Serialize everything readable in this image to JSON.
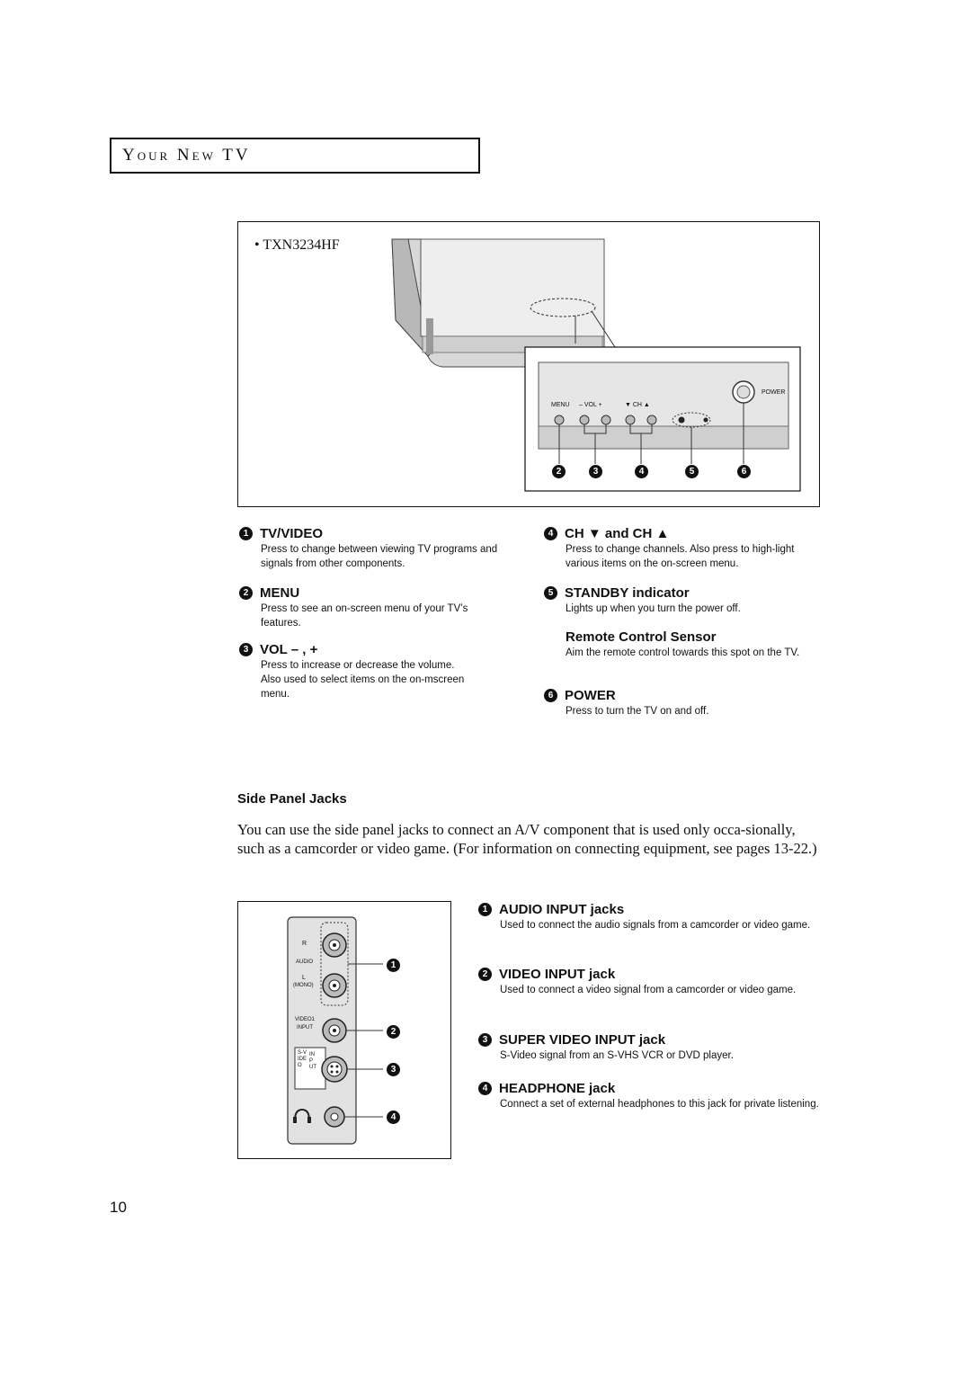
{
  "section": {
    "title": "Your New TV"
  },
  "figure": {
    "model": "• TXN3234HF",
    "panel_labels": {
      "menu": "MENU",
      "vol": "– VOL +",
      "ch": "▼ CH ▲",
      "power": "POWER"
    },
    "callouts": [
      "2",
      "3",
      "4",
      "5",
      "6"
    ]
  },
  "controls_left": [
    {
      "num": "1",
      "title": "TV/VIDEO",
      "desc": "Press to change between viewing TV programs and signals from other components."
    },
    {
      "num": "2",
      "title": "MENU",
      "desc": "Press to see an on-screen menu of your TV’s features."
    },
    {
      "num": "3",
      "title": "VOL – , +",
      "desc": "Press to increase or decrease the volume. Also used to select items on the on-mscreen menu."
    }
  ],
  "controls_right": {
    "ch": {
      "num": "4",
      "title": "CH ▼ and CH ▲",
      "desc": "Press to change channels. Also press to high-light various items on the on-screen menu."
    },
    "standby": {
      "num": "5",
      "title": "STANDBY indicator",
      "desc": "Lights up when you turn the power off."
    },
    "sensor": {
      "title": "Remote Control Sensor",
      "desc": "Aim the remote control towards this spot on the TV."
    },
    "power": {
      "num": "6",
      "title": "POWER",
      "desc": "Press to turn the TV on and off."
    }
  },
  "side_panel": {
    "heading": "Side Panel Jacks",
    "intro": "You can use the side panel jacks to connect an A/V component that is used only occa-sionally, such as a camcorder or video game. (For information on connecting equipment, see pages 13-22.)",
    "panel_labels": {
      "r": "R",
      "audio": "AUDIO",
      "l": "L",
      "mono": "(MONO)",
      "video1": "VIDEO1",
      "input": "INPUT",
      "svideo": "S-VIDEO",
      "sinput": "INPUT"
    },
    "callouts": [
      "1",
      "2",
      "3",
      "4"
    ],
    "items": [
      {
        "num": "1",
        "title": "AUDIO INPUT jacks",
        "desc": "Used to connect the audio signals from a camcorder or video game."
      },
      {
        "num": "2",
        "title": "VIDEO INPUT jack",
        "desc": "Used to connect a video signal from a camcorder or video game."
      },
      {
        "num": "3",
        "title": "SUPER VIDEO INPUT jack",
        "desc": "S-Video signal from an S-VHS VCR or DVD player."
      },
      {
        "num": "4",
        "title": "HEADPHONE jack",
        "desc": "Connect a set of external headphones to this jack for private listening."
      }
    ]
  },
  "page_number": "10"
}
